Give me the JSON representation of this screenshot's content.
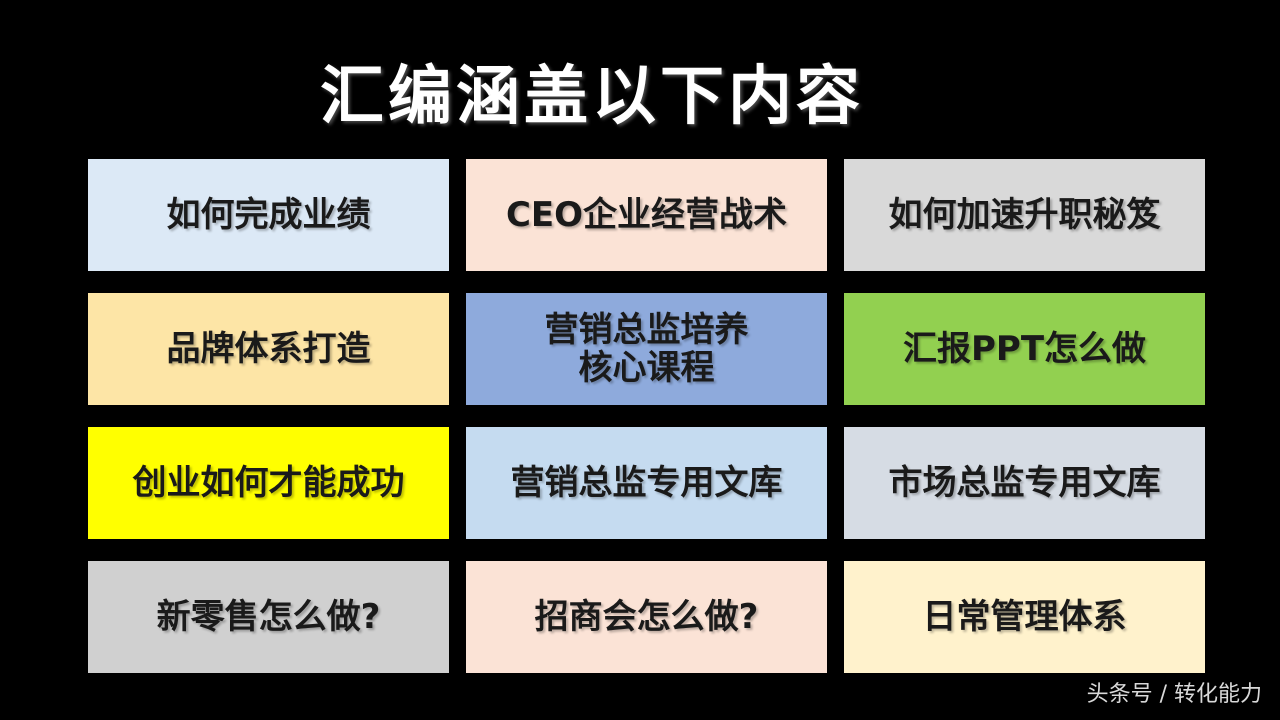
{
  "slide": {
    "title": "汇编涵盖以下内容",
    "watermark": "头条号 / 转化能力"
  },
  "cards": [
    {
      "label": "如何完成业绩",
      "color": "#dce9f6"
    },
    {
      "label": "CEO企业经营战术",
      "color": "#fbe3d6"
    },
    {
      "label": "如何加速升职秘笈",
      "color": "#d9d9d9"
    },
    {
      "label": "品牌体系打造",
      "color": "#fde5a6"
    },
    {
      "label": "营销总监培养\n核心课程",
      "color": "#8eaadc"
    },
    {
      "label": "汇报PPT怎么做",
      "color": "#92d050"
    },
    {
      "label": "创业如何才能成功",
      "color": "#ffff00"
    },
    {
      "label": "营销总监专用文库",
      "color": "#c5dbf0"
    },
    {
      "label": "市场总监专用文库",
      "color": "#d6dce4"
    },
    {
      "label": "新零售怎么做?",
      "color": "#d0d0d0"
    },
    {
      "label": "招商会怎么做?",
      "color": "#fbe3d6"
    },
    {
      "label": "日常管理体系",
      "color": "#fff2cc"
    }
  ]
}
